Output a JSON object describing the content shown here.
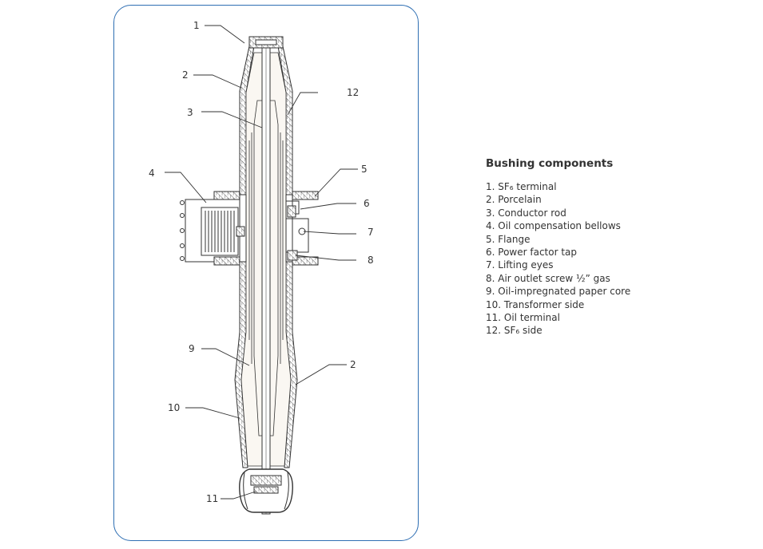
{
  "diagram": {
    "callouts": [
      "1",
      "2",
      "12",
      "3",
      "4",
      "5",
      "6",
      "7",
      "8",
      "9",
      "2",
      "10",
      "11"
    ]
  },
  "legend": {
    "title": "Bushing components",
    "items": [
      "1. SF₆ terminal",
      "2. Porcelain",
      "3. Conductor rod",
      "4. Oil compensation bellows",
      "5. Flange",
      "6. Power factor tap",
      "7. Lifting eyes",
      "8. Air outlet screw ½” gas",
      "9. Oil-impregnated paper core",
      "10. Transformer side",
      "11. Oil terminal",
      "12. SF₆ side"
    ]
  },
  "colors": {
    "panel_border": "#2f6fb3",
    "line": "#333333",
    "porcelain_fill": "#f3ede6"
  }
}
